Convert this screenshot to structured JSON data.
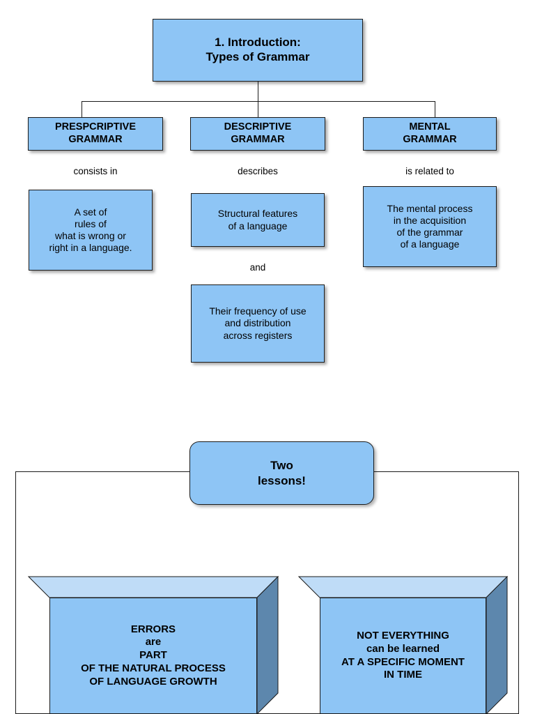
{
  "diagram": {
    "title": "1. Introduction:\nTypes of Grammar",
    "branches": [
      {
        "heading": "PRESPCRIPTIVE\nGRAMMAR",
        "connector": "consists in",
        "detail": "A set of\nrules of\nwhat is wrong or\nright in a language."
      },
      {
        "heading": "DESCRIPTIVE\nGRAMMAR",
        "connector": "describes",
        "detail": "Structural features\nof a language",
        "connector2": "and",
        "detail2": "Their frequency of use\nand distribution\nacross registers"
      },
      {
        "heading": "MENTAL\nGRAMMAR",
        "connector": "is related to",
        "detail": "The mental process\nin the acquisition\nof the grammar\nof a language"
      }
    ],
    "lessons": {
      "banner": "Two\nlessons!",
      "cards": [
        "ERRORS\nare\nPART\nOF THE NATURAL PROCESS\nOF LANGUAGE GROWTH",
        "NOT EVERYTHING\ncan be learned\nAT A SPECIFIC MOMENT\nIN TIME"
      ]
    },
    "colors": {
      "box_fill": "#8ec5f5",
      "box_border": "#1a1a1a",
      "cube_top": "#bfdcf7",
      "cube_side": "#5d87ad"
    }
  }
}
